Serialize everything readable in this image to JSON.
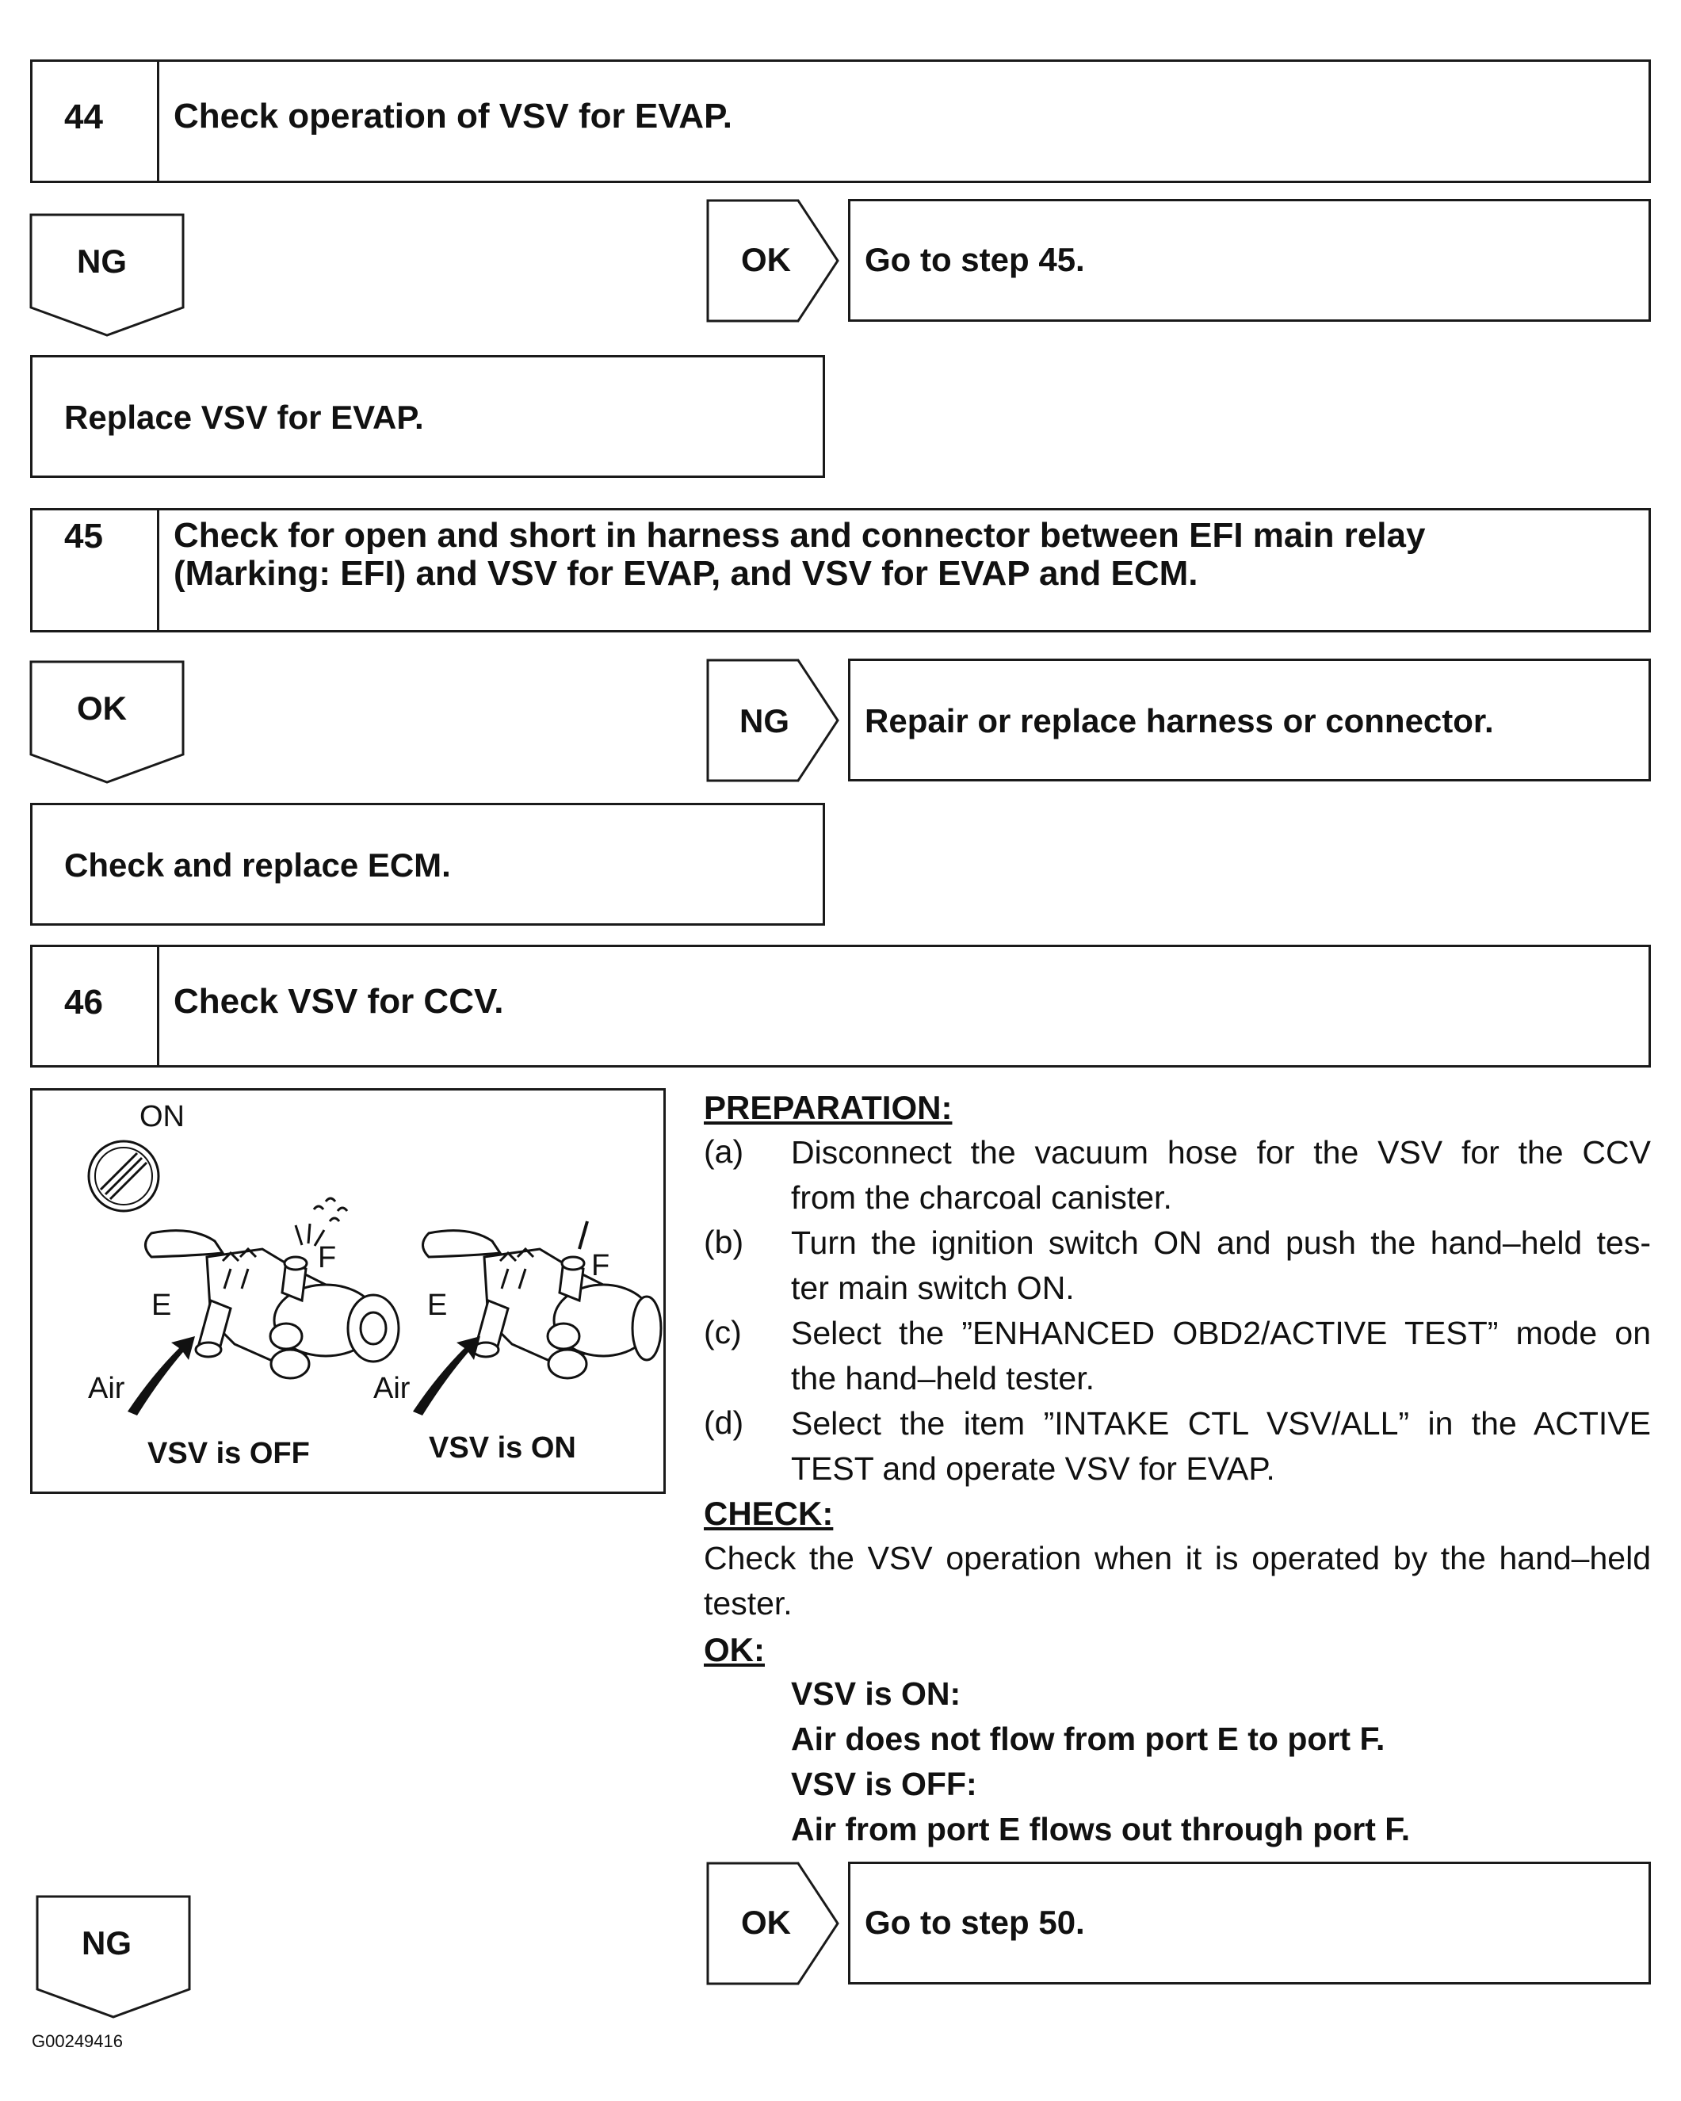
{
  "step44": {
    "number": "44",
    "title": "Check operation of VSV for EVAP.",
    "ng_label": "NG",
    "ok_label": "OK",
    "ok_result": "Go to step 45.",
    "ng_action": "Replace VSV for EVAP."
  },
  "step45": {
    "number": "45",
    "title_line1": "Check for open and short in harness and connector between EFI main relay",
    "title_line2": "(Marking: EFI) and VSV for EVAP, and VSV for EVAP and ECM.",
    "ok_label": "OK",
    "ng_label": "NG",
    "ng_result": "Repair or replace harness or connector.",
    "ok_action": "Check and replace ECM."
  },
  "step46": {
    "number": "46",
    "title": "Check VSV for CCV.",
    "figure": {
      "on_label": "ON",
      "port_e_left": "E",
      "port_f_left": "F",
      "port_e_right": "E",
      "port_f_right": "F",
      "air_left": "Air",
      "air_right": "Air",
      "caption_off": "VSV is OFF",
      "caption_on": "VSV is ON"
    },
    "preparation_heading": "PREPARATION:",
    "preparation": [
      {
        "letter": "(a)",
        "line1": "Disconnect the vacuum hose for the VSV for the CCV",
        "line2": "from the charcoal canister."
      },
      {
        "letter": "(b)",
        "line1": "Turn the ignition switch ON and push the hand–held tes-",
        "line2": "ter main switch ON."
      },
      {
        "letter": "(c)",
        "line1": "Select the ”ENHANCED OBD2/ACTIVE TEST” mode on",
        "line2": "the hand–held tester."
      },
      {
        "letter": "(d)",
        "line1": "Select the item ”INTAKE CTL VSV/ALL” in the ACTIVE",
        "line2": "TEST and operate VSV for EVAP."
      }
    ],
    "check_heading": "CHECK:",
    "check_line1": "Check the VSV operation when it is operated by the hand–held",
    "check_line2": "tester.",
    "ok_heading": "OK:",
    "ok_specs": [
      "VSV is ON:",
      "Air does not flow from port E to port F.",
      "VSV is OFF:",
      "Air from port E flows out through port F."
    ],
    "ng_label": "NG",
    "ok_label": "OK",
    "ok_result": "Go to step 50."
  },
  "figure_code": "G00249416"
}
